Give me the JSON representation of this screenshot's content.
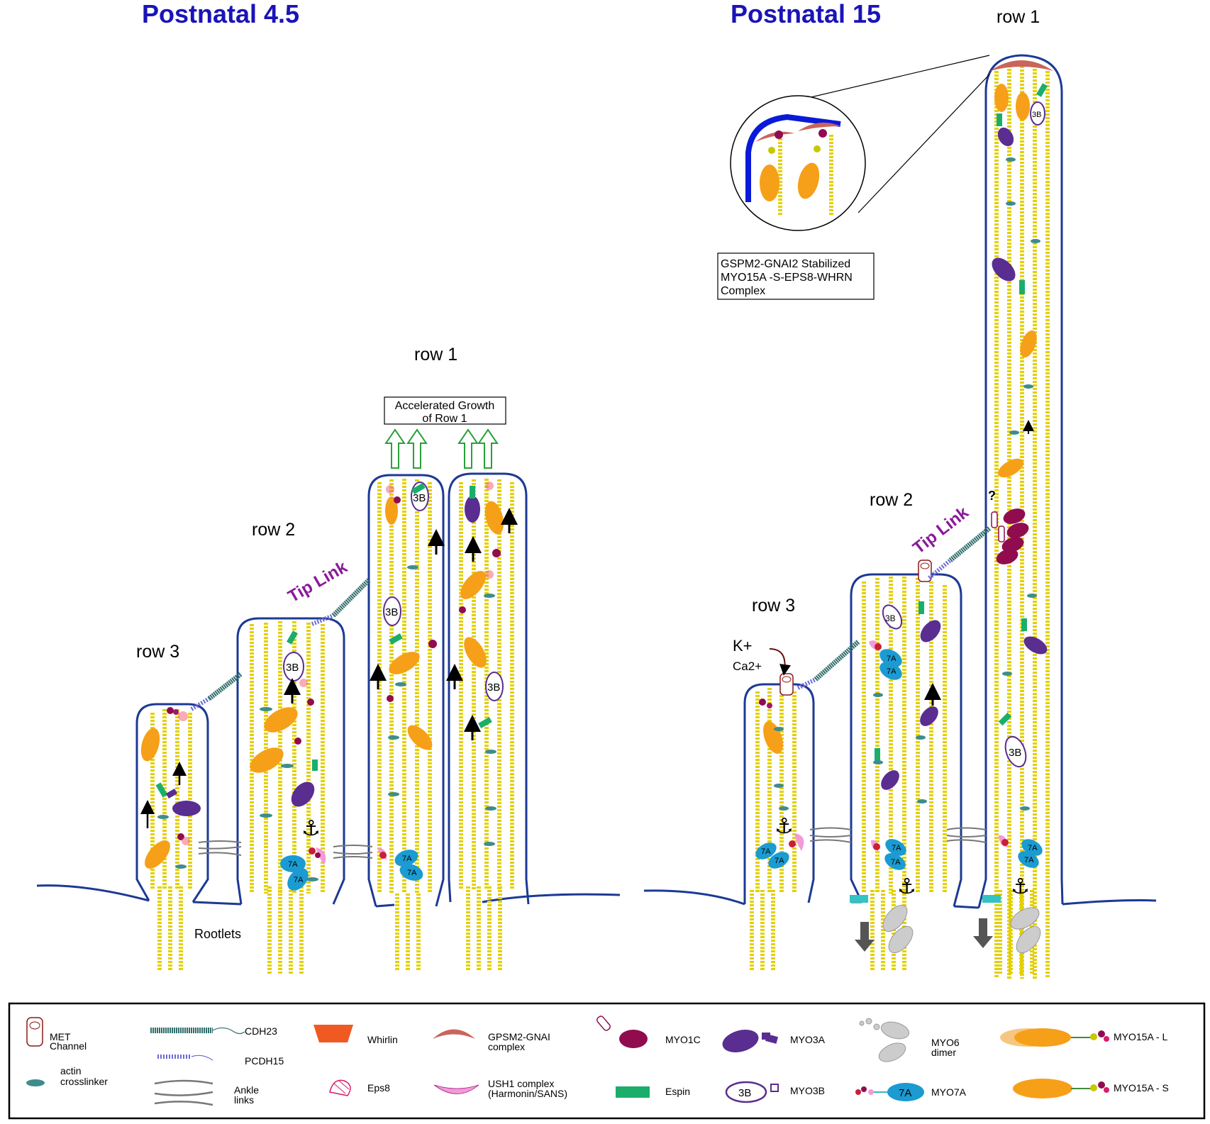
{
  "panels": {
    "left": {
      "title": "Postnatal 4.5",
      "row1": "row 1",
      "row2": "row 2",
      "row3": "row 3",
      "tip_link": "Tip Link",
      "rootlets": "Rootlets",
      "growth_box_line1": "Accelerated Growth",
      "growth_box_line2": "of Row 1"
    },
    "right": {
      "title": "Postnatal 15",
      "row1": "row 1",
      "row2": "row 2",
      "row3": "row 3",
      "tip_link": "Tip Link",
      "question": "?",
      "k_ion": "K+",
      "ca_ion": "Ca2+",
      "inset_line1": "GSPM2-GNAI2 Stabilized",
      "inset_line2": "MYO15A -S-EPS8-WHRN",
      "inset_line3": "Complex"
    }
  },
  "molecule_labels": {
    "myo3b": "3B",
    "myo7a": "7A"
  },
  "legend": {
    "met_channel_1": "MET",
    "met_channel_2": "Channel",
    "actin_crosslinker_1": "actin",
    "actin_crosslinker_2": "crosslinker",
    "cdh23": "CDH23",
    "pcdh15": "PCDH15",
    "ankle_links_1": "Ankle",
    "ankle_links_2": "links",
    "whirlin": "Whirlin",
    "eps8": "Eps8",
    "gpsm2_1": "GPSM2-GNAI",
    "gpsm2_2": "complex",
    "ush1_1": "USH1 complex",
    "ush1_2": "(Harmonin/SANS)",
    "myo1c": "MYO1C",
    "espin": "Espin",
    "myo3a": "MYO3A",
    "myo3b": "MYO3B",
    "myo6_1": "MYO6",
    "myo6_2": "dimer",
    "myo7a": "MYO7A",
    "myo15a_l": "MYO15A - L",
    "myo15a_s": "MYO15A - S"
  },
  "colors": {
    "title_blue": "#1a14b8",
    "cell_outline": "#1c3a94",
    "actin_yellow": "#e3d000",
    "myo15a_orange": "#f6a019",
    "myo7a_blue": "#1b9bd1",
    "myo3a_purple": "#5a2d91",
    "myo1c_maroon": "#900c4f",
    "espin_green": "#1bae6b",
    "tip_link_purple": "#8a1a9a",
    "whirlin_red": "#f05a22",
    "gpsm2_rose": "#c9655a",
    "ush1_pink": "#f39ad9",
    "crosslinker_teal": "#3f8c8c",
    "growth_arrow_green": "#2aa03a"
  }
}
